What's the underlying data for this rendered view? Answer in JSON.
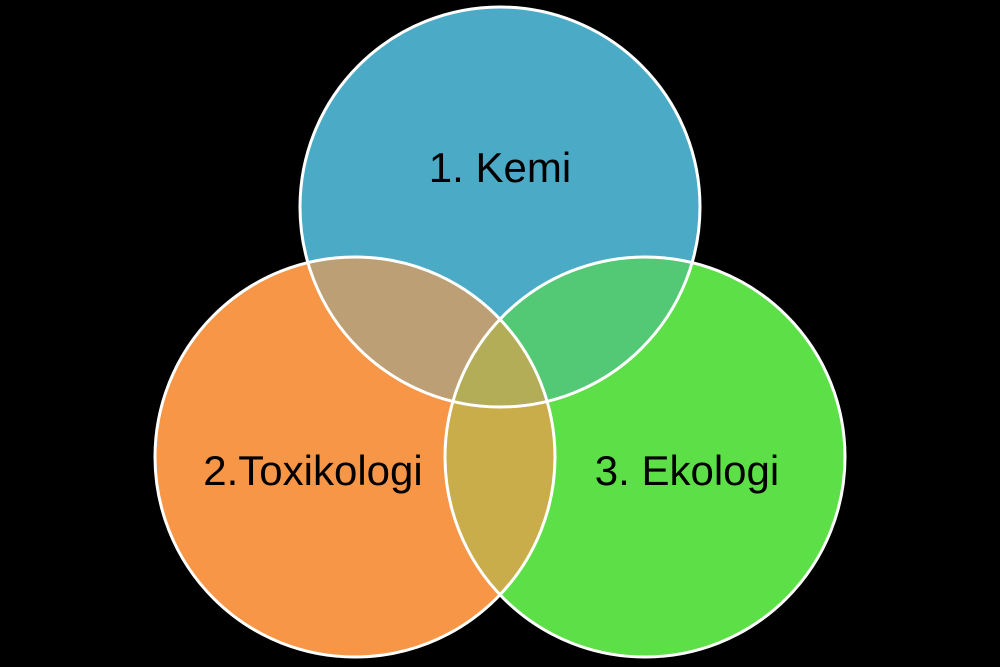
{
  "diagram": {
    "background": "#000000",
    "outline_color": "#ffffff",
    "circles": [
      {
        "id": "kemi",
        "label": "1. Kemi",
        "color": "#4babc6"
      },
      {
        "id": "toxikologi",
        "label": "2.Toxikologi",
        "color": "#f79646"
      },
      {
        "id": "ekologi",
        "label": "3. Ekologi",
        "color": "#5ddf47"
      }
    ],
    "overlaps": {
      "kemi_toxikologi": "#bc9f75",
      "kemi_ekologi": "#53c975",
      "toxikologi_ekologi": "#c9ad4a",
      "all_three": "#b3ad58"
    }
  }
}
